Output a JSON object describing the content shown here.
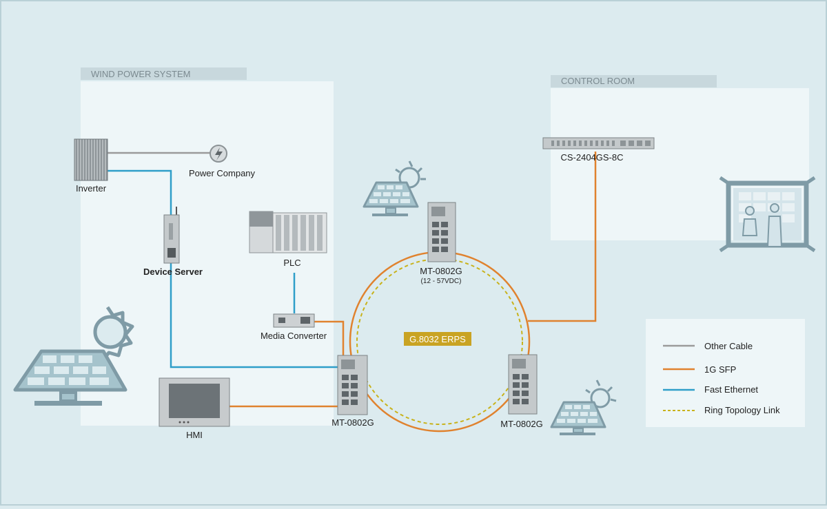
{
  "zones": {
    "wind_power_system": "WIND POWER SYSTEM",
    "control_room": "CONTROL ROOM"
  },
  "devices": {
    "inverter": "Inverter",
    "power_company": "Power Company",
    "device_server": "Device Server",
    "plc": "PLC",
    "media_converter": "Media Converter",
    "hmi": "HMI",
    "switch_top": "MT-0802G",
    "switch_top_voltage": "(12 - 57VDC)",
    "switch_left": "MT-0802G",
    "switch_right": "MT-0802G",
    "core_switch": "CS-2404GS-8C"
  },
  "ring_label": "G.8032 ERPS",
  "legend": [
    {
      "label": "Other Cable",
      "color": "#9a9a9a",
      "style": "solid"
    },
    {
      "label": "1G SFP",
      "color": "#e0822e",
      "style": "solid"
    },
    {
      "label": "Fast Ethernet",
      "color": "#2e9ec9",
      "style": "solid"
    },
    {
      "label": "Ring Topology Link",
      "color": "#c8b21a",
      "style": "dashed"
    }
  ],
  "colors": {
    "background": "#dcebef",
    "zone_fill": "#eef6f8",
    "sfp": "#e0822e",
    "fast_ethernet": "#2e9ec9",
    "other_cable": "#9a9a9a",
    "ring_link": "#c8b21a",
    "ring_badge": "#c9a323"
  }
}
